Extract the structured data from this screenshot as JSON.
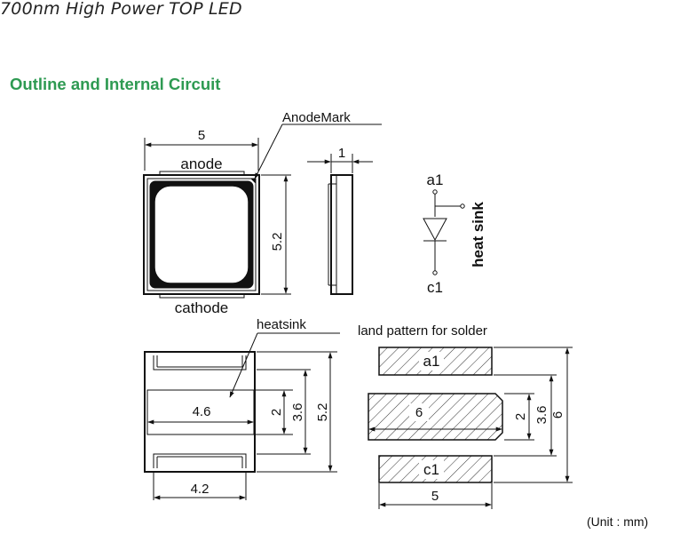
{
  "document": {
    "title": "700nm High Power TOP LED",
    "section_heading": "Outline and Internal Circuit",
    "unit_note": "(Unit : mm)"
  },
  "top_view": {
    "width_dim": "5",
    "height_dim": "5.2",
    "anode_label": "anode",
    "cathode_label": "cathode",
    "anode_mark_label": "AnodeMark"
  },
  "side_view": {
    "thickness_dim": "1"
  },
  "circuit": {
    "anode_pin": "a1",
    "cathode_pin": "c1",
    "heat_sink_label": "heat sink"
  },
  "bottom_view": {
    "heatsink_label": "heatsink",
    "heatsink_width_dim": "4.6",
    "pad_width_dim": "4.2",
    "heatsink_height_dim": "2",
    "inner_height_dim": "3.6",
    "total_height_dim": "5.2"
  },
  "land_pattern": {
    "title": "land pattern for solder",
    "anode_pad": "a1",
    "cathode_pad": "c1",
    "center_width_dim": "6",
    "pad_width_dim": "5",
    "center_height_dim": "2",
    "inner_height_dim": "3.6",
    "total_height_dim": "6"
  }
}
